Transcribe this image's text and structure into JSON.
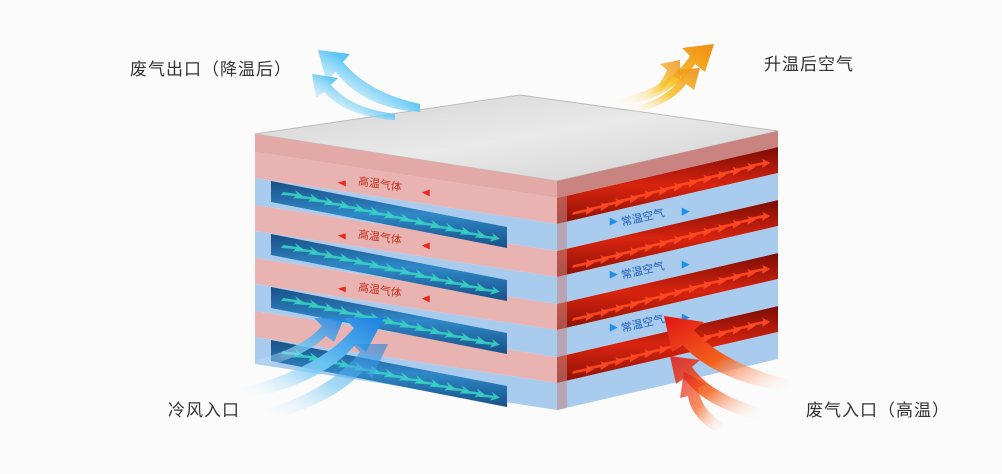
{
  "callouts": {
    "exhaust_out": "废气出口（降温后）",
    "heated_air": "升温后空气",
    "cold_in": "冷风入口",
    "exhaust_in": "废气入口（高温）"
  },
  "channels": {
    "hot_gas": "高温气体",
    "normal_air": "常温空气"
  },
  "colors": {
    "cool_arrow": "#2aa8ee",
    "warm_arrow": "#f5a313",
    "hot_arrow": "#e8291a",
    "cold_arrow": "#1f8fe8",
    "pink_plate": "#e9b3b1",
    "blue_plate": "#a8cbee",
    "top_plate": "#d9d9d9"
  }
}
